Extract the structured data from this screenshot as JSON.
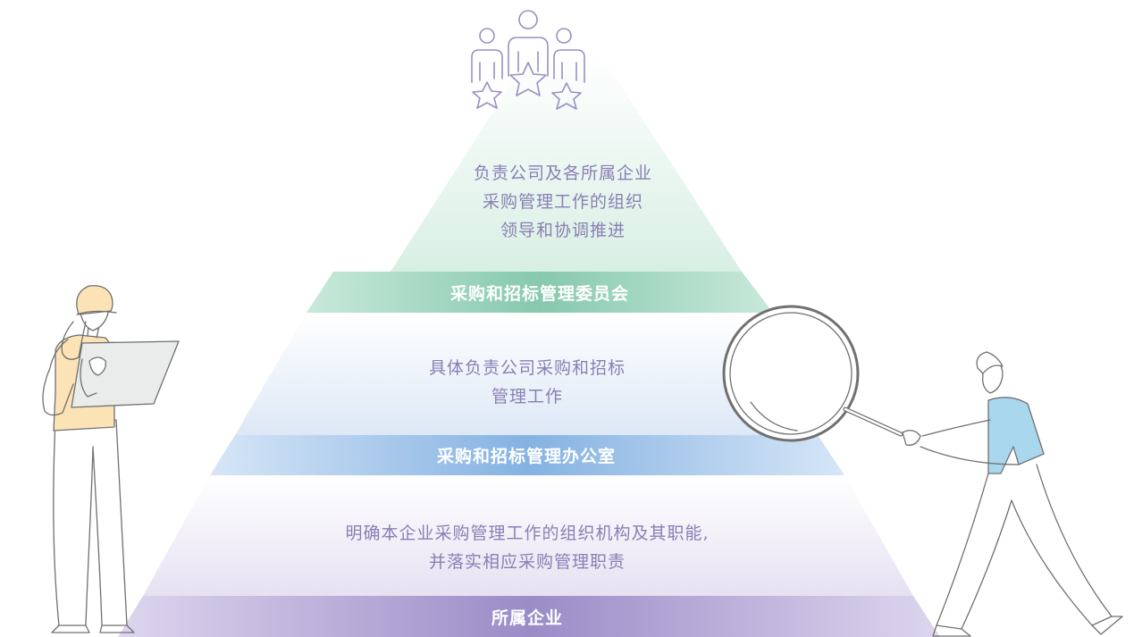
{
  "tiers": [
    {
      "id": "top",
      "lines": [
        "负责公司及各所属企业",
        "采购管理工作的组织",
        "领导和协调推进"
      ],
      "band": "采购和招标管理委员会"
    },
    {
      "id": "middle",
      "lines": [
        "具体负责公司采购和招标",
        "管理工作"
      ],
      "band": "采购和招标管理办公室"
    },
    {
      "id": "bottom",
      "lines": [
        "明确本企业采购管理工作的组织机构及其职能,",
        "并落实相应采购管理职责"
      ],
      "band": "所属企业"
    }
  ],
  "colors": {
    "text": "#8a7fb4",
    "band_top": "#8ecfb4",
    "band_middle": "#8fb8e4",
    "band_bottom": "#a596cc",
    "icon_stroke": "#9a8fc4",
    "vest": "#fbe3b6",
    "shirt": "#a9d7ee"
  },
  "icons": {
    "pyramid_top": "team-stars-icon"
  }
}
